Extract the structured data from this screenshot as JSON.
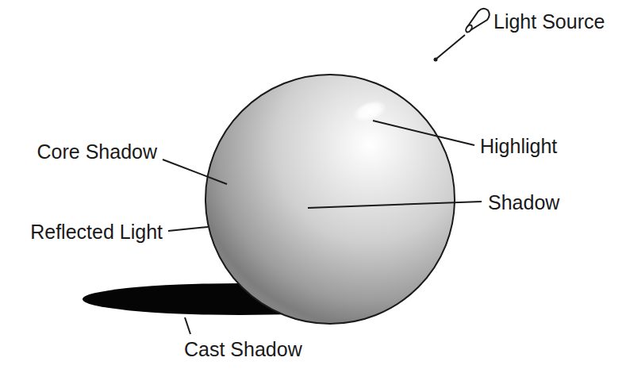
{
  "diagram": {
    "labels": [
      "Light Source",
      "Highlight",
      "Shadow",
      "Core Shadow",
      "Reflected Light",
      "Cast Shadow"
    ]
  }
}
